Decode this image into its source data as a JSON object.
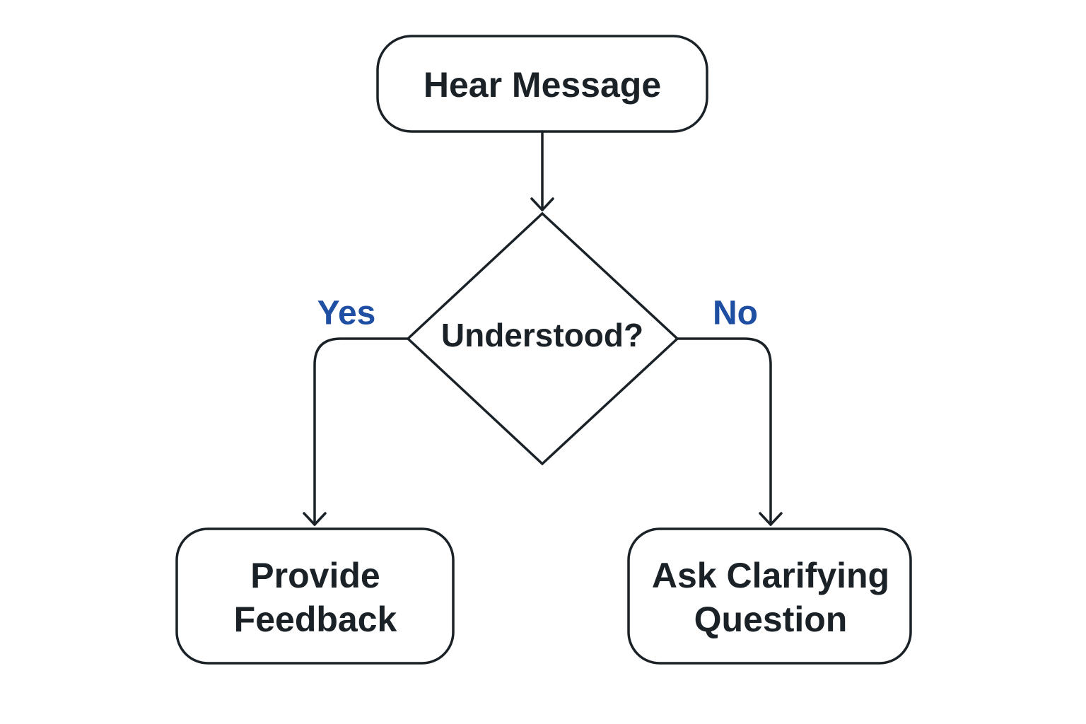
{
  "colors": {
    "stroke": "#1b2227",
    "text": "#1b2227",
    "branch_label": "#1f4fa3",
    "background": "#ffffff"
  },
  "nodes": {
    "start": {
      "label": "Hear Message"
    },
    "decision": {
      "label": "Understood?"
    },
    "yes_outcome": {
      "line1": "Provide",
      "line2": "Feedback"
    },
    "no_outcome": {
      "line1": "Ask Clarifying",
      "line2": "Question"
    }
  },
  "branches": {
    "yes": "Yes",
    "no": "No"
  }
}
